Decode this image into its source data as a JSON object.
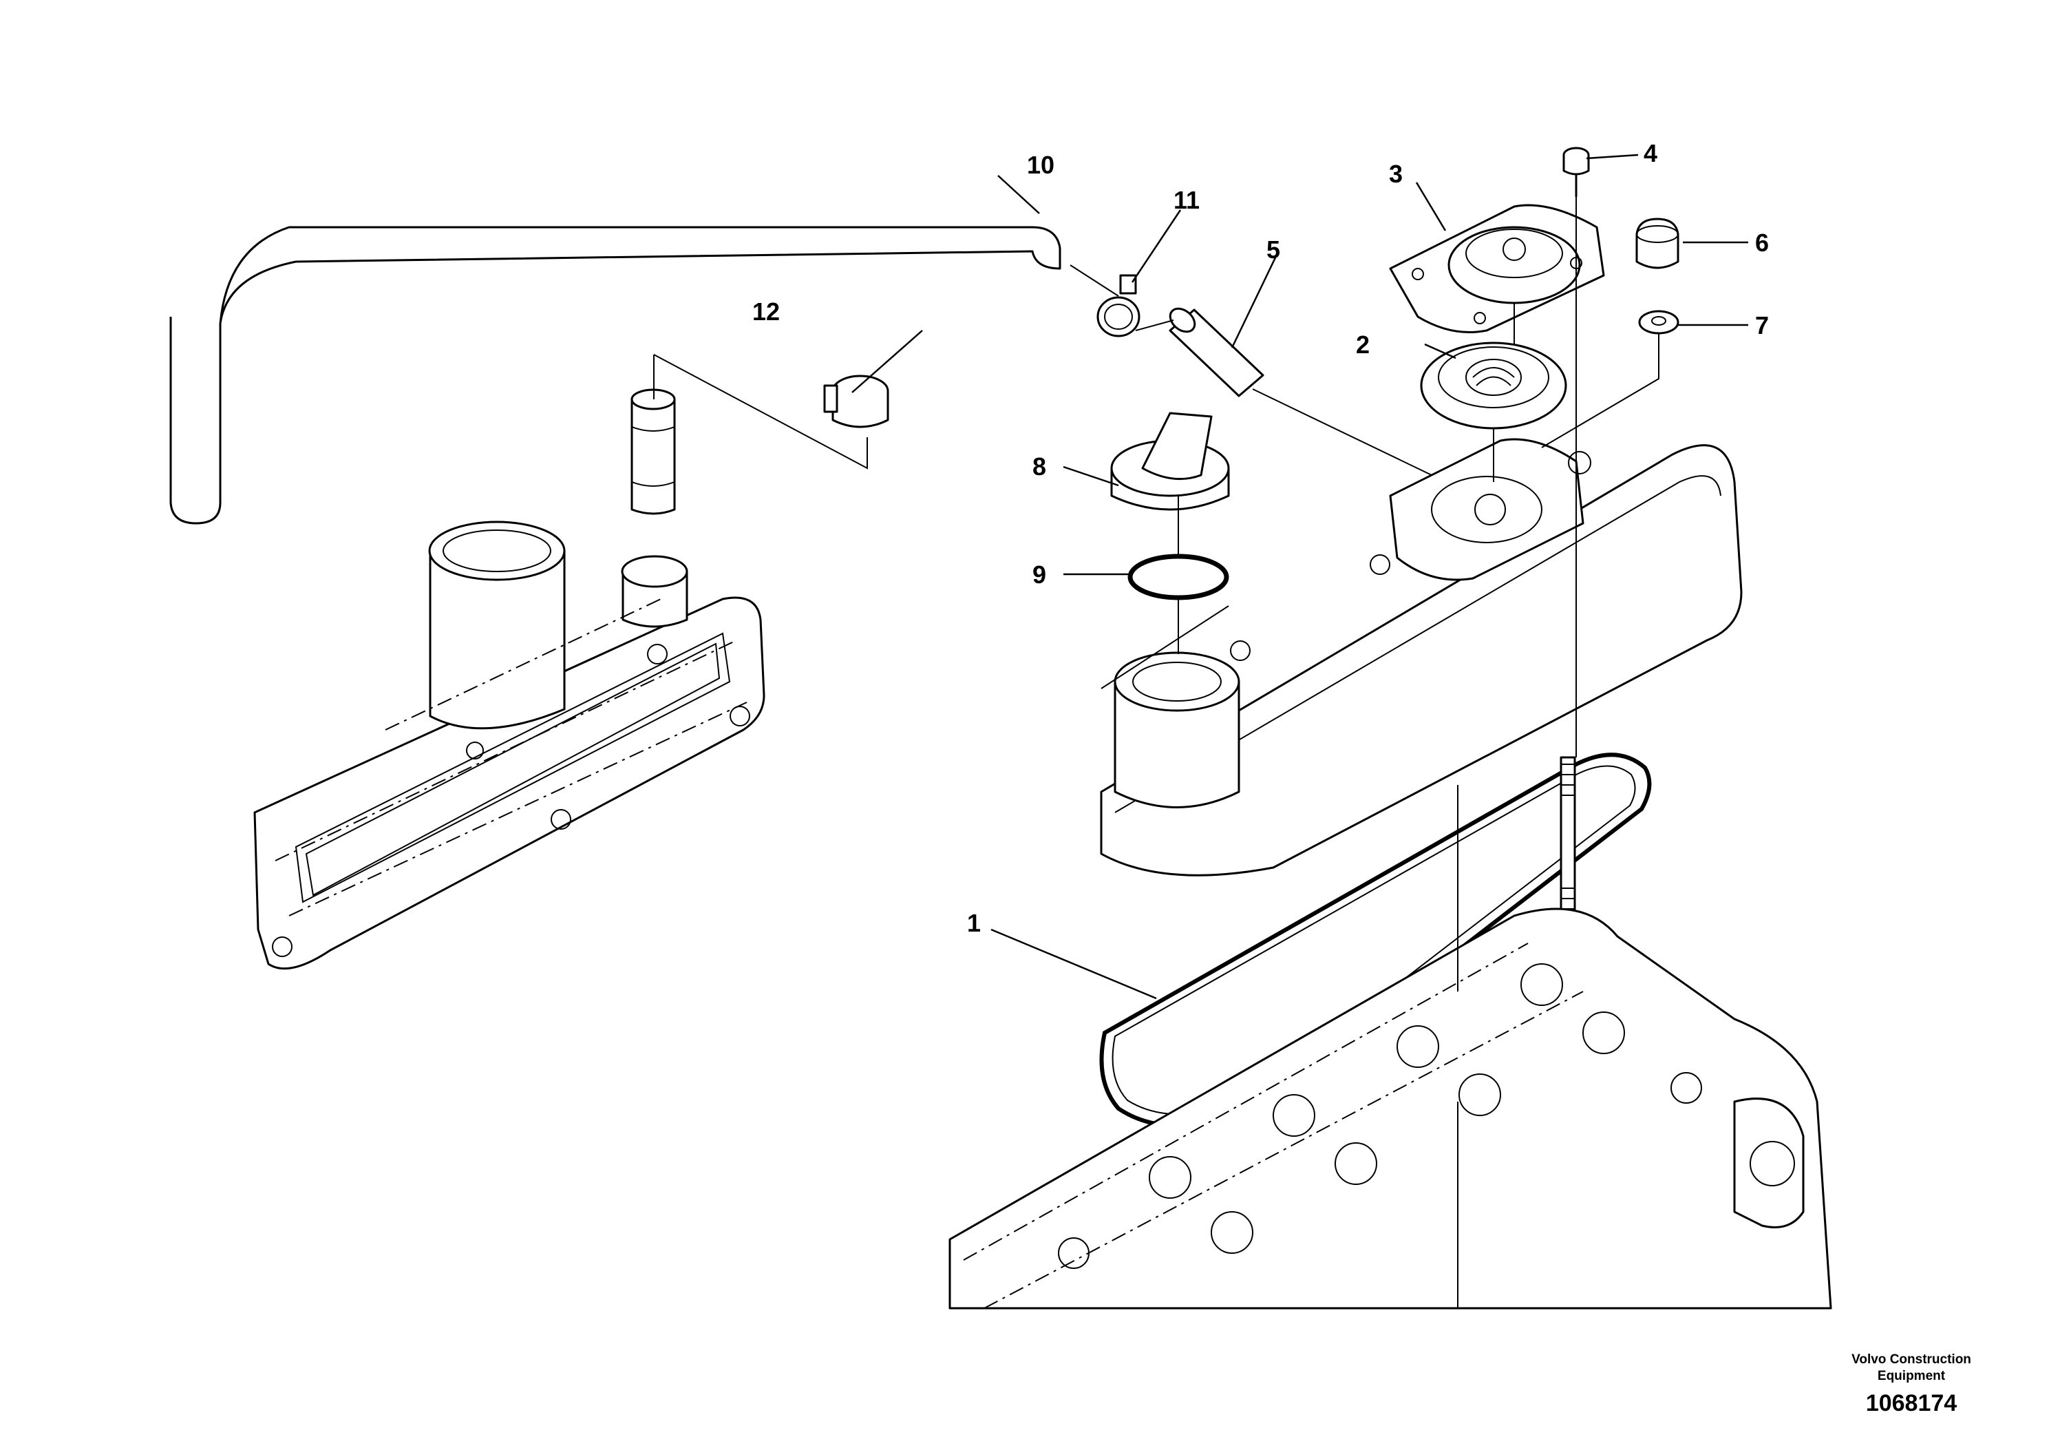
{
  "callouts": [
    "1",
    "2",
    "3",
    "4",
    "5",
    "6",
    "7",
    "8",
    "9",
    "10",
    "11",
    "12"
  ],
  "footer": {
    "brand_line1": "Volvo Construction",
    "brand_line2": "Equipment",
    "drawing_number": "1068174"
  }
}
